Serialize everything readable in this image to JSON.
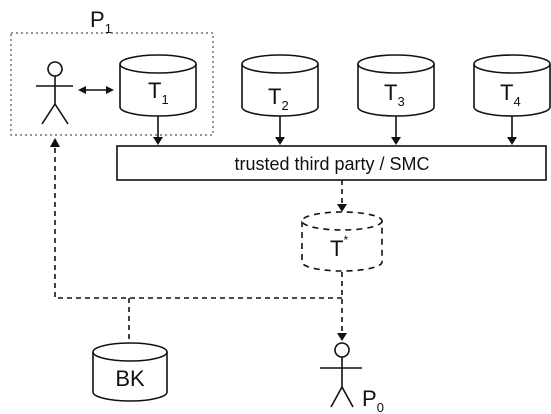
{
  "labels": {
    "p1_main": "P",
    "p1_sub": "1",
    "t1_main": "T",
    "t1_sub": "1",
    "t2_main": "T",
    "t2_sub": "2",
    "t3_main": "T",
    "t3_sub": "3",
    "t4_main": "T",
    "t4_sub": "4",
    "tstar_main": "T",
    "tstar_sup": "*",
    "ttp": "trusted third party / SMC",
    "bk": "BK",
    "p0_main": "P",
    "p0_sub": "0"
  }
}
